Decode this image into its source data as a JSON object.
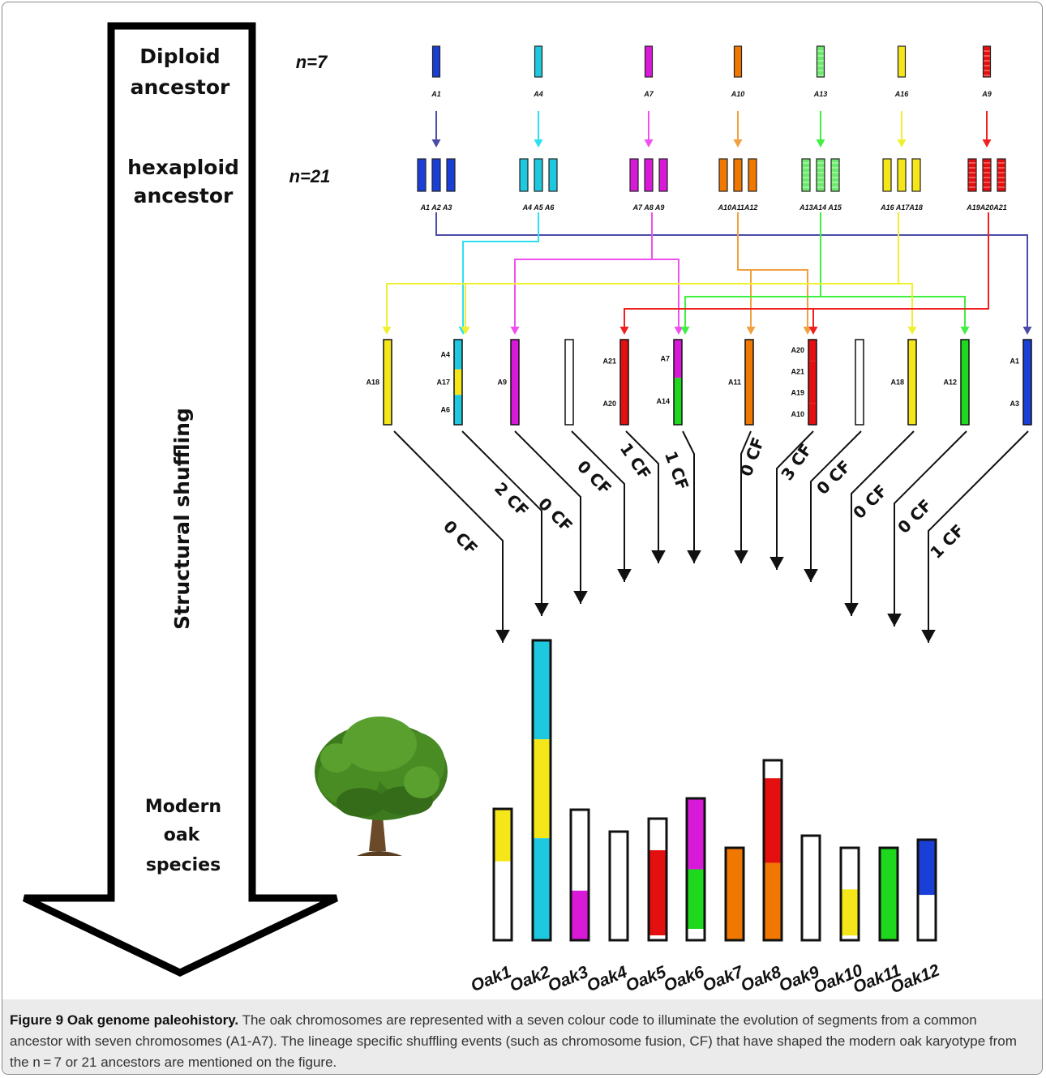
{
  "stages": {
    "diploid": [
      "Diploid",
      "ancestor"
    ],
    "hexaploid": [
      "hexaploid",
      "ancestor"
    ],
    "shuffling": "Structural shuffling",
    "modern": [
      "Modern",
      "oak",
      "species"
    ]
  },
  "ploidy": {
    "diploid": "n=7",
    "hexaploid": "n=21"
  },
  "colors": {
    "blue": "#1a3fd6",
    "cyan": "#1ec8de",
    "magenta": "#d81ad8",
    "orange": "#f07800",
    "green": "#1ed81e",
    "yellow": "#f5e61a",
    "red": "#e41010",
    "blue_link": "#4b4ba8",
    "cyan_link": "#2ee0f0",
    "magenta_link": "#f050f0",
    "orange_link": "#f0a040",
    "green_link": "#40f040",
    "yellow_link": "#f0f030",
    "red_link": "#f02020"
  },
  "diploid_chromosomes": [
    {
      "label": "A1",
      "color": "blue"
    },
    {
      "label": "A4",
      "color": "cyan"
    },
    {
      "label": "A7",
      "color": "magenta"
    },
    {
      "label": "A10",
      "color": "orange"
    },
    {
      "label": "A13",
      "color": "green"
    },
    {
      "label": "A16",
      "color": "yellow"
    },
    {
      "label": "A9",
      "color": "red"
    }
  ],
  "hexaploid_groups": [
    {
      "label": "A1 A2 A3",
      "color": "blue"
    },
    {
      "label": "A4 A5 A6",
      "color": "cyan"
    },
    {
      "label": "A7 A8 A9",
      "color": "magenta"
    },
    {
      "label": "A10A11A12",
      "color": "orange"
    },
    {
      "label": "A13A14 A15",
      "color": "green"
    },
    {
      "label": "A16 A17A18",
      "color": "yellow"
    },
    {
      "label": "A19A20A21",
      "color": "red"
    }
  ],
  "shuffled_chromosomes": [
    {
      "segments": [
        {
          "label": "A18",
          "color": "yellow",
          "frac": 1
        }
      ]
    },
    {
      "segments": [
        {
          "label": "A4",
          "color": "cyan",
          "frac": 0.35
        },
        {
          "label": "A17",
          "color": "yellow",
          "frac": 0.3
        },
        {
          "label": "A6",
          "color": "cyan",
          "frac": 0.35
        }
      ]
    },
    {
      "segments": [
        {
          "label": "A9",
          "color": "magenta",
          "frac": 1
        }
      ]
    },
    {
      "segments": [
        {
          "label": "",
          "color": "white",
          "frac": 1
        }
      ]
    },
    {
      "segments": [
        {
          "label": "A21",
          "color": "red",
          "frac": 0.5
        },
        {
          "label": "A20",
          "color": "red",
          "frac": 0.5
        }
      ]
    },
    {
      "segments": [
        {
          "label": "A7",
          "color": "magenta",
          "frac": 0.45
        },
        {
          "label": "A14",
          "color": "green",
          "frac": 0.55
        }
      ]
    },
    {
      "segments": [
        {
          "label": "A11",
          "color": "orange",
          "frac": 1
        }
      ]
    },
    {
      "segments": [
        {
          "label": "A20",
          "color": "red",
          "frac": 0.25
        },
        {
          "label": "A21",
          "color": "red",
          "frac": 0.25
        },
        {
          "label": "A19",
          "color": "red",
          "frac": 0.25
        },
        {
          "label": "A10",
          "color": "red",
          "frac": 0.25
        }
      ]
    },
    {
      "segments": [
        {
          "label": "",
          "color": "white",
          "frac": 1
        }
      ]
    },
    {
      "segments": [
        {
          "label": "A18",
          "color": "yellow",
          "frac": 1
        }
      ]
    },
    {
      "segments": [
        {
          "label": "A12",
          "color": "green",
          "frac": 1
        }
      ]
    },
    {
      "segments": [
        {
          "label": "A1",
          "color": "blue",
          "frac": 0.5
        },
        {
          "label": "A3",
          "color": "blue",
          "frac": 0.5
        }
      ]
    }
  ],
  "fusion_events": [
    "0 CF",
    "2 CF",
    "0 CF",
    "0 CF",
    "1 CF",
    "1 CF",
    "0 CF",
    "3 CF",
    "0 CF",
    "0 CF",
    "0 CF",
    "1 CF"
  ],
  "modern_chromosomes": [
    {
      "label": "Oak1",
      "segments": [
        {
          "color": "yellow",
          "frac": 0.4
        },
        {
          "color": "white",
          "frac": 0.6
        }
      ]
    },
    {
      "label": "Oak2",
      "segments": [
        {
          "color": "cyan",
          "frac": 0.33
        },
        {
          "color": "yellow",
          "frac": 0.33
        },
        {
          "color": "cyan",
          "frac": 0.34
        }
      ]
    },
    {
      "label": "Oak3",
      "segments": [
        {
          "color": "white",
          "frac": 0.62
        },
        {
          "color": "magenta",
          "frac": 0.38
        }
      ]
    },
    {
      "label": "Oak4",
      "segments": [
        {
          "color": "white",
          "frac": 1
        }
      ]
    },
    {
      "label": "Oak5",
      "segments": [
        {
          "color": "white",
          "frac": 0.26
        },
        {
          "color": "red",
          "frac": 0.7
        },
        {
          "color": "white",
          "frac": 0.04
        }
      ]
    },
    {
      "label": "Oak6",
      "segments": [
        {
          "color": "magenta",
          "frac": 0.5
        },
        {
          "color": "green",
          "frac": 0.42
        },
        {
          "color": "white",
          "frac": 0.08
        }
      ]
    },
    {
      "label": "Oak7",
      "segments": [
        {
          "color": "orange",
          "frac": 1
        }
      ]
    },
    {
      "label": "Oak8",
      "segments": [
        {
          "color": "white",
          "frac": 0.1
        },
        {
          "color": "red",
          "frac": 0.47
        },
        {
          "color": "orange",
          "frac": 0.43
        }
      ]
    },
    {
      "label": "Oak9",
      "segments": [
        {
          "color": "white",
          "frac": 1
        }
      ]
    },
    {
      "label": "Oak10",
      "segments": [
        {
          "color": "white",
          "frac": 0.45
        },
        {
          "color": "yellow",
          "frac": 0.5
        },
        {
          "color": "white",
          "frac": 0.05
        }
      ]
    },
    {
      "label": "Oak11",
      "segments": [
        {
          "color": "green",
          "frac": 1
        }
      ]
    },
    {
      "label": "Oak12",
      "segments": [
        {
          "color": "blue",
          "frac": 0.55
        },
        {
          "color": "white",
          "frac": 0.45
        }
      ]
    }
  ],
  "caption": {
    "title": "Figure 9 Oak genome paleohistory.",
    "text": "The oak chromosomes are represented with a seven colour code to illuminate the evolution of segments from a common ancestor with seven chromosomes (A1-A7). The lineage specific shuffling events (such as chromosome fusion, CF) that have shaped the modern oak karyotype from the n = 7 or 21 ancestors are mentioned on the figure."
  }
}
